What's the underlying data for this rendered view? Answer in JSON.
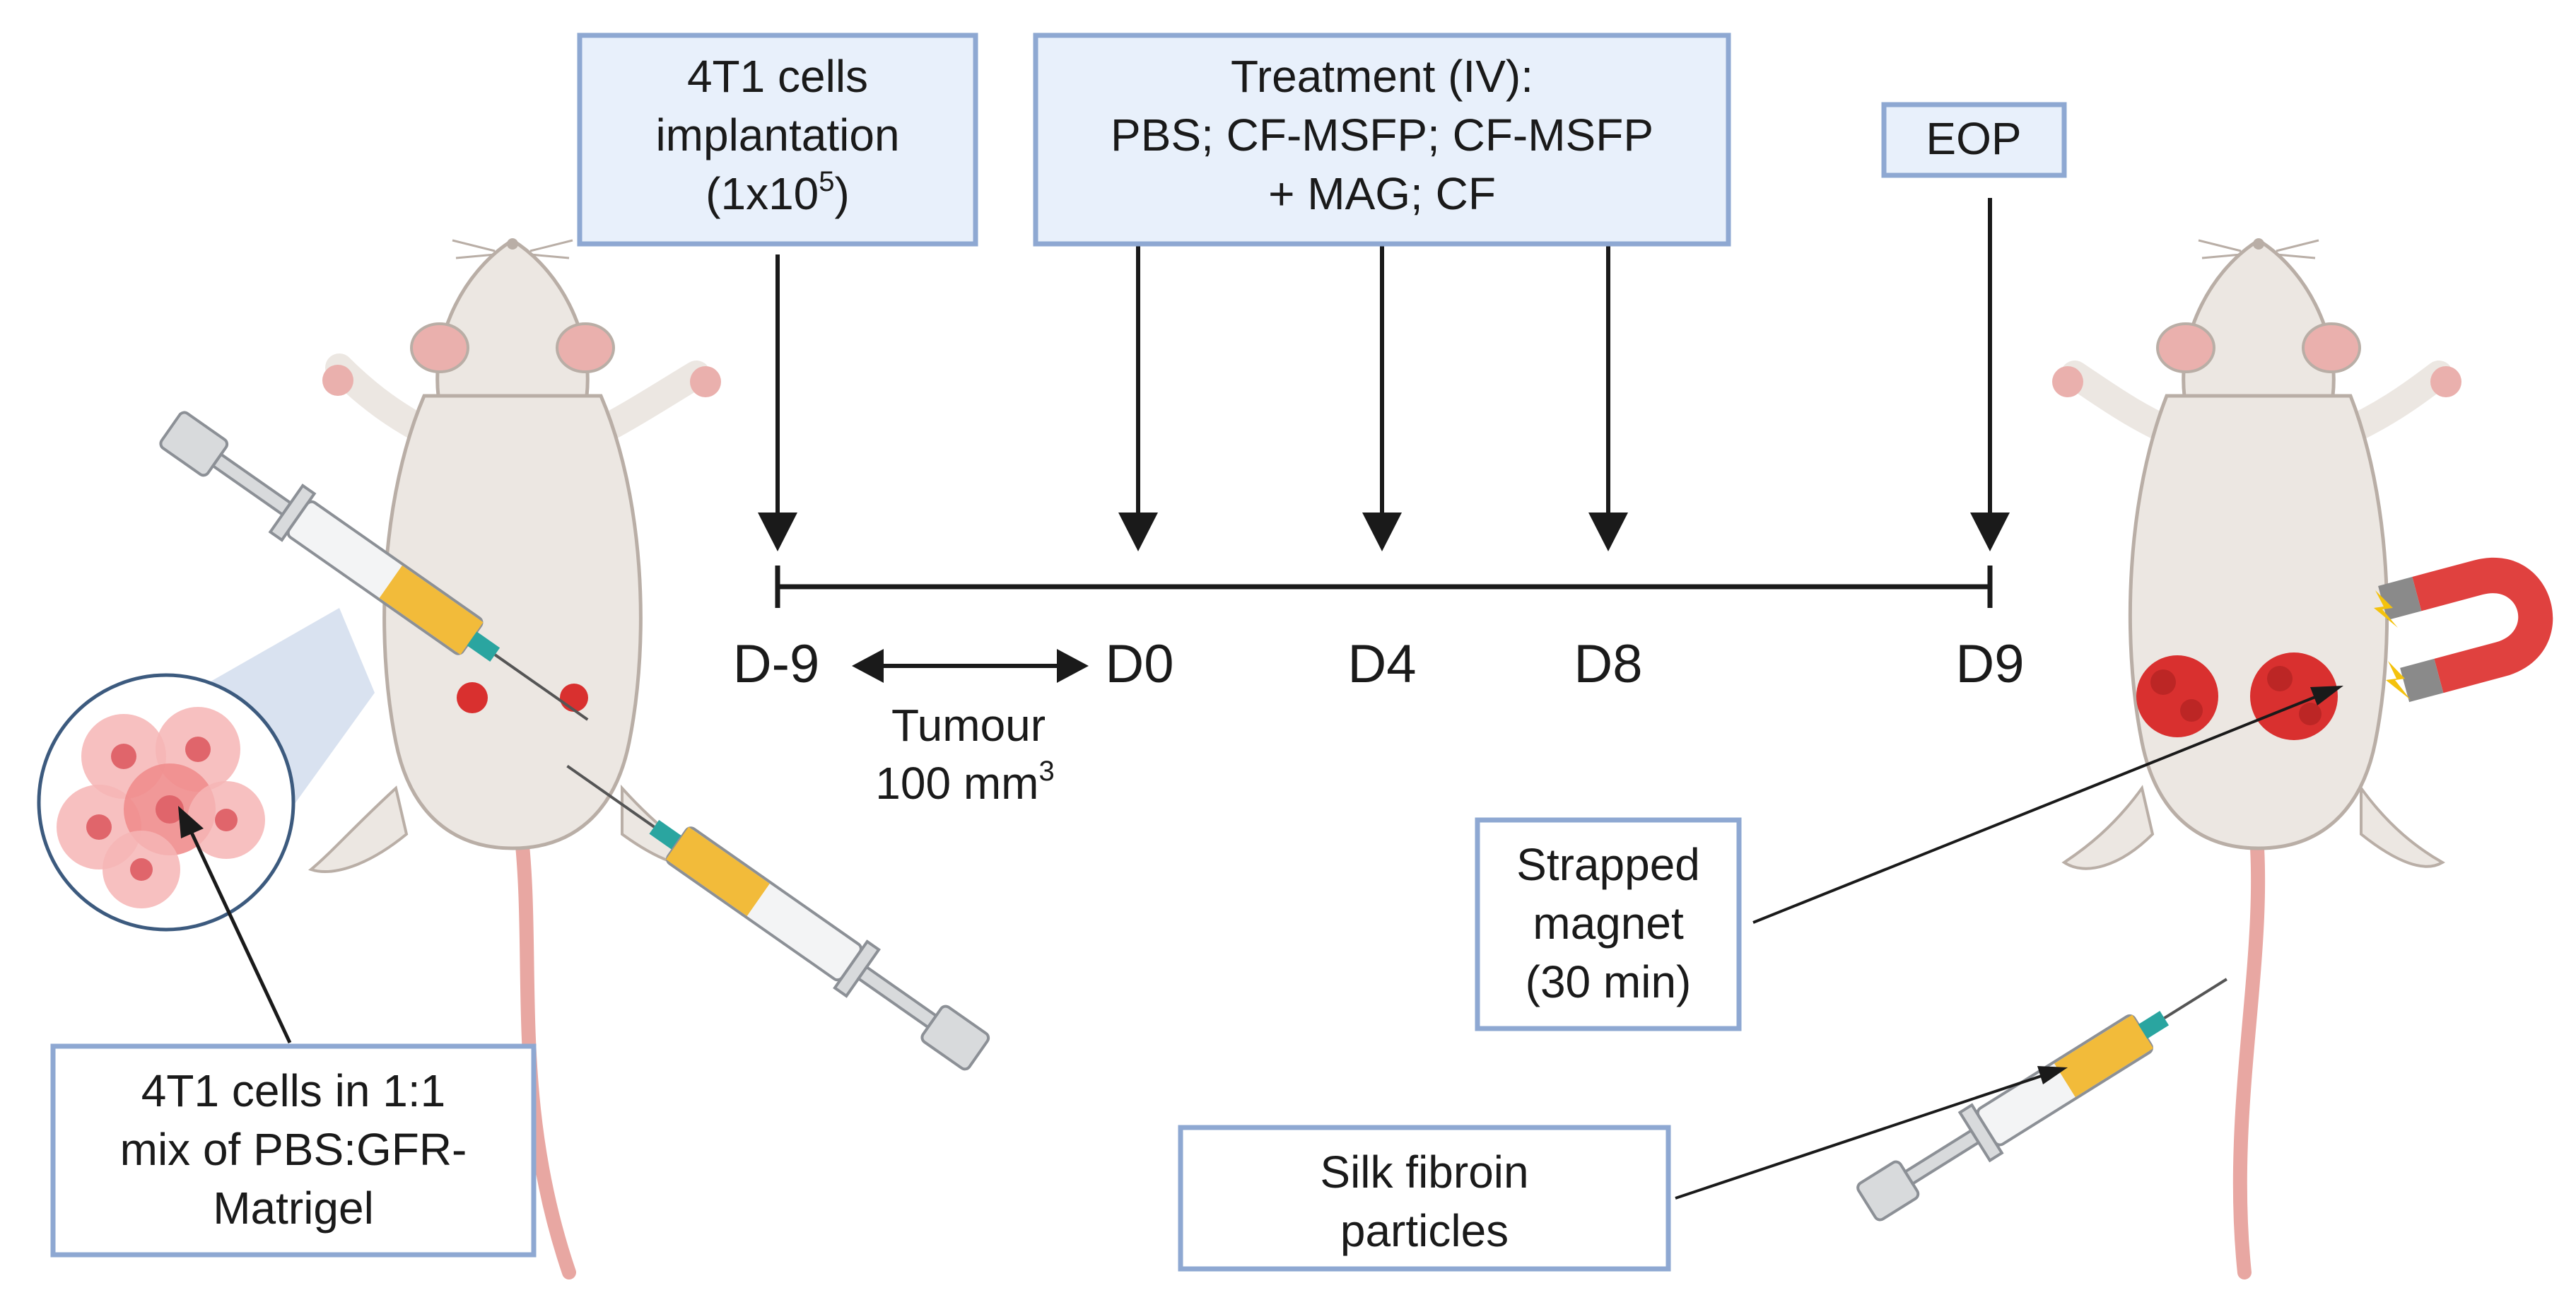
{
  "boxes": {
    "implant": {
      "line1": "4T1 cells",
      "line2": "implantation",
      "line3_base": "(1x10",
      "line3_sup": "5",
      "line3_end": ")"
    },
    "treatment": {
      "line1": "Treatment (IV):",
      "line2": "PBS; CF-MSFP; CF-MSFP",
      "line3": "+ MAG; CF"
    },
    "eop": {
      "label": "EOP"
    },
    "matrigel": {
      "line1": "4T1 cells in 1:1",
      "line2": "mix of PBS:GFR-",
      "line3": "Matrigel"
    },
    "magnet": {
      "line1": "Strapped",
      "line2": "magnet",
      "line3": "(30 min)"
    },
    "silk": {
      "line1": "Silk fibroin",
      "line2": "particles"
    }
  },
  "timeline": {
    "days": [
      "D-9",
      "D0",
      "D4",
      "D8",
      "D9"
    ],
    "interval_label_line1": "Tumour",
    "interval_label_line2_base": "100 mm",
    "interval_label_line2_sup": "3"
  },
  "colors": {
    "box_fill": "#e8f0fb",
    "box_border": "#8ea8d2",
    "mouse_body": "#ece7e2",
    "mouse_outline": "#b9aea6",
    "ear_pink": "#eab0ad",
    "tail": "#e8a7a2",
    "tumour": "#d9302f",
    "syringe_fluid": "#f2bb3a",
    "needle_teal": "#2aa5a0",
    "magnet_red": "#e0413f",
    "magnet_grey": "#8a8a8a",
    "spark_yellow": "#f4c20d",
    "cell_pink": "#f08d8d"
  },
  "icons": [
    "mouse-icon",
    "syringe-icon",
    "magnet-icon",
    "tumour-icon",
    "cell-cluster-icon"
  ]
}
